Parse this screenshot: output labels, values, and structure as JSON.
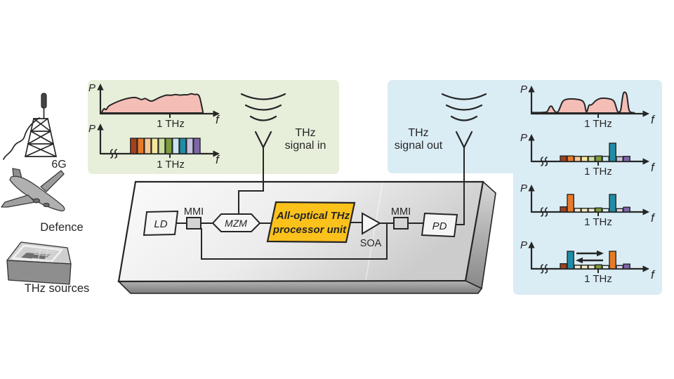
{
  "colors": {
    "ink": "#262626",
    "panel_green": "#e7efda",
    "panel_blue": "#daecf4",
    "processor_yellow": "#fcc21c",
    "spectrum_pink": "#f4beb6",
    "chip_top_gray": "#ececec",
    "chip_side_gray": "#8f8f8f",
    "comb_palette": [
      "#a4401b",
      "#e87b28",
      "#f6c795",
      "#f3e79b",
      "#cbdd9e",
      "#7e9d3e",
      "#c9e6ee",
      "#1f8da6",
      "#c7c0df",
      "#7f65ab"
    ]
  },
  "sources": {
    "tower_label": "6G",
    "plane_label": "Defence",
    "chip_label": "THz sources"
  },
  "antenna_in": {
    "line1": "THz",
    "line2": "signal in"
  },
  "antenna_out": {
    "line1": "THz",
    "line2": "signal out"
  },
  "chip": {
    "ld": "LD",
    "mmi_in": "MMI",
    "mzm": "MZM",
    "processor_line1": "All-optical THz",
    "processor_line2": "processor unit",
    "soa": "SOA",
    "mmi_out": "MMI",
    "pd": "PD"
  },
  "chart_data": [
    {
      "id": "input-spectrum",
      "type": "area",
      "title": "Broadband THz input spectrum",
      "ylabel": "P",
      "xlabel": "f",
      "tick_label": "1 THz",
      "fill": "#f4beb6",
      "points_pct": [
        [
          0,
          3
        ],
        [
          2,
          26
        ],
        [
          4,
          12
        ],
        [
          6,
          32
        ],
        [
          9,
          40
        ],
        [
          13,
          50
        ],
        [
          18,
          60
        ],
        [
          23,
          68
        ],
        [
          28,
          73
        ],
        [
          32,
          74
        ],
        [
          35,
          69
        ],
        [
          38,
          62
        ],
        [
          41,
          71
        ],
        [
          44,
          61
        ],
        [
          47,
          55
        ],
        [
          50,
          61
        ],
        [
          54,
          72
        ],
        [
          58,
          80
        ],
        [
          62,
          86
        ],
        [
          66,
          83
        ],
        [
          70,
          89
        ],
        [
          74,
          84
        ],
        [
          78,
          87
        ],
        [
          82,
          86
        ],
        [
          85,
          93
        ],
        [
          88,
          87
        ],
        [
          91,
          90
        ],
        [
          93,
          78
        ],
        [
          95,
          30
        ],
        [
          96,
          5
        ]
      ]
    },
    {
      "id": "input-comb",
      "type": "bar",
      "title": "Input optical frequency comb, 10 equal lines around 1 THz",
      "ylabel": "P",
      "xlabel": "f",
      "tick_label": "1 THz",
      "axis_break": true,
      "bars": [
        {
          "color": "#a4401b",
          "value": 1
        },
        {
          "color": "#e87b28",
          "value": 1
        },
        {
          "color": "#f6c795",
          "value": 1
        },
        {
          "color": "#f3e79b",
          "value": 1
        },
        {
          "color": "#cbdd9e",
          "value": 1
        },
        {
          "color": "#7e9d3e",
          "value": 1
        },
        {
          "color": "#c9e6ee",
          "value": 1
        },
        {
          "color": "#1f8da6",
          "value": 1
        },
        {
          "color": "#c7c0df",
          "value": 1
        },
        {
          "color": "#7f65ab",
          "value": 1
        }
      ]
    },
    {
      "id": "output-spectrum",
      "type": "area",
      "title": "Processed THz output spectrum (band-shaped)",
      "ylabel": "P",
      "xlabel": "f",
      "tick_label": "1 THz",
      "fill": "#f4beb6",
      "points_pct": [
        [
          0,
          2
        ],
        [
          13,
          2
        ],
        [
          15,
          8
        ],
        [
          17,
          30
        ],
        [
          19,
          33
        ],
        [
          21,
          12
        ],
        [
          23,
          3
        ],
        [
          25,
          3
        ],
        [
          27,
          25
        ],
        [
          29,
          50
        ],
        [
          31,
          60
        ],
        [
          34,
          64
        ],
        [
          38,
          65
        ],
        [
          42,
          64
        ],
        [
          46,
          61
        ],
        [
          49,
          56
        ],
        [
          51,
          40
        ],
        [
          52,
          8
        ],
        [
          53,
          4
        ],
        [
          54,
          20
        ],
        [
          55,
          38
        ],
        [
          57,
          36
        ],
        [
          59,
          43
        ],
        [
          61,
          55
        ],
        [
          64,
          64
        ],
        [
          67,
          68
        ],
        [
          71,
          68
        ],
        [
          75,
          65
        ],
        [
          78,
          61
        ],
        [
          80,
          50
        ],
        [
          82,
          15
        ],
        [
          83,
          4
        ],
        [
          85,
          4
        ],
        [
          86,
          15
        ],
        [
          87,
          55
        ],
        [
          88,
          85
        ],
        [
          89,
          97
        ],
        [
          91,
          94
        ],
        [
          92,
          75
        ],
        [
          93,
          35
        ],
        [
          94,
          8
        ],
        [
          96,
          2
        ],
        [
          99,
          1
        ]
      ]
    },
    {
      "id": "output-filtered-comb",
      "type": "bar",
      "title": "Single comb line amplified (teal) above 1 THz",
      "ylabel": "P",
      "xlabel": "f",
      "tick_label": "1 THz",
      "axis_break": true,
      "bars": [
        {
          "color": "#a4401b",
          "value": 0.3
        },
        {
          "color": "#e87b28",
          "value": 0.3
        },
        {
          "color": "#f6c795",
          "value": 0.28
        },
        {
          "color": "#f3e79b",
          "value": 0.28
        },
        {
          "color": "#cbdd9e",
          "value": 0.28
        },
        {
          "color": "#7e9d3e",
          "value": 0.3
        },
        {
          "color": "#c9e6ee",
          "value": 0.28
        },
        {
          "color": "#1f8da6",
          "value": 1
        },
        {
          "color": "#c7c0df",
          "value": 0.26
        },
        {
          "color": "#7f65ab",
          "value": 0.28
        }
      ]
    },
    {
      "id": "output-two-tone",
      "type": "bar",
      "title": "Two tones selected: orange low side, teal high side",
      "ylabel": "P",
      "xlabel": "f",
      "tick_label": "1 THz",
      "axis_break": true,
      "bars": [
        {
          "color": "#a4401b",
          "value": 0.28
        },
        {
          "color": "#e87b28",
          "value": 0.96
        },
        {
          "color": "#f2ecd4",
          "value": 0.2
        },
        {
          "color": "#f4edbe",
          "value": 0.2
        },
        {
          "color": "#efeccb",
          "value": 0.2
        },
        {
          "color": "#7e9d3e",
          "value": 0.22
        },
        {
          "color": "#e6f2f7",
          "value": 0.18
        },
        {
          "color": "#1f8da6",
          "value": 0.96
        },
        {
          "color": "#dcd7ea",
          "value": 0.18
        },
        {
          "color": "#7f65ab",
          "value": 0.26
        }
      ]
    },
    {
      "id": "output-swapped-tones",
      "type": "bar",
      "title": "Tones frequency-swapped: teal low side, orange high side",
      "ylabel": "P",
      "xlabel": "f",
      "tick_label": "1 THz",
      "axis_break": true,
      "annotation": "swap-arrows",
      "bars": [
        {
          "color": "#a4401b",
          "value": 0.28
        },
        {
          "color": "#1f8da6",
          "value": 0.96
        },
        {
          "color": "#f2ecd4",
          "value": 0.2
        },
        {
          "color": "#f4edbe",
          "value": 0.2
        },
        {
          "color": "#efeccb",
          "value": 0.2
        },
        {
          "color": "#7e9d3e",
          "value": 0.22
        },
        {
          "color": "#e6f2f7",
          "value": 0.18
        },
        {
          "color": "#e87b28",
          "value": 0.96
        },
        {
          "color": "#dcd7ea",
          "value": 0.18
        },
        {
          "color": "#7f65ab",
          "value": 0.26
        }
      ]
    }
  ]
}
